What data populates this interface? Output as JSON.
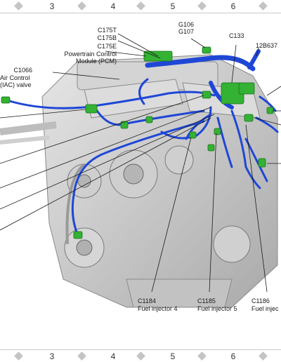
{
  "grid": {
    "columns": [
      "3",
      "4",
      "5",
      "6"
    ]
  },
  "labels": {
    "c175t": "C175T",
    "c175b": "C175B",
    "c175e": "C175E",
    "pcm_line1": "Powertrain Control",
    "pcm_line2": "Module (PCM)",
    "g106": "G106",
    "g107": "G107",
    "c133": "C133",
    "harness_12b637": "12B637",
    "c1066": "C1066",
    "iac_line1": "Air Control",
    "iac_line2": "(IAC) valve",
    "c1184": "C1184",
    "injector4": "Fuel injector 4",
    "c1185": "C1185",
    "injector5": "Fuel injector 5",
    "c1186": "C1186",
    "injector6": "Fuel injec"
  },
  "colors": {
    "harness": "#1f47d6",
    "connector": "#33b233",
    "engine": "#c8c8c8"
  }
}
